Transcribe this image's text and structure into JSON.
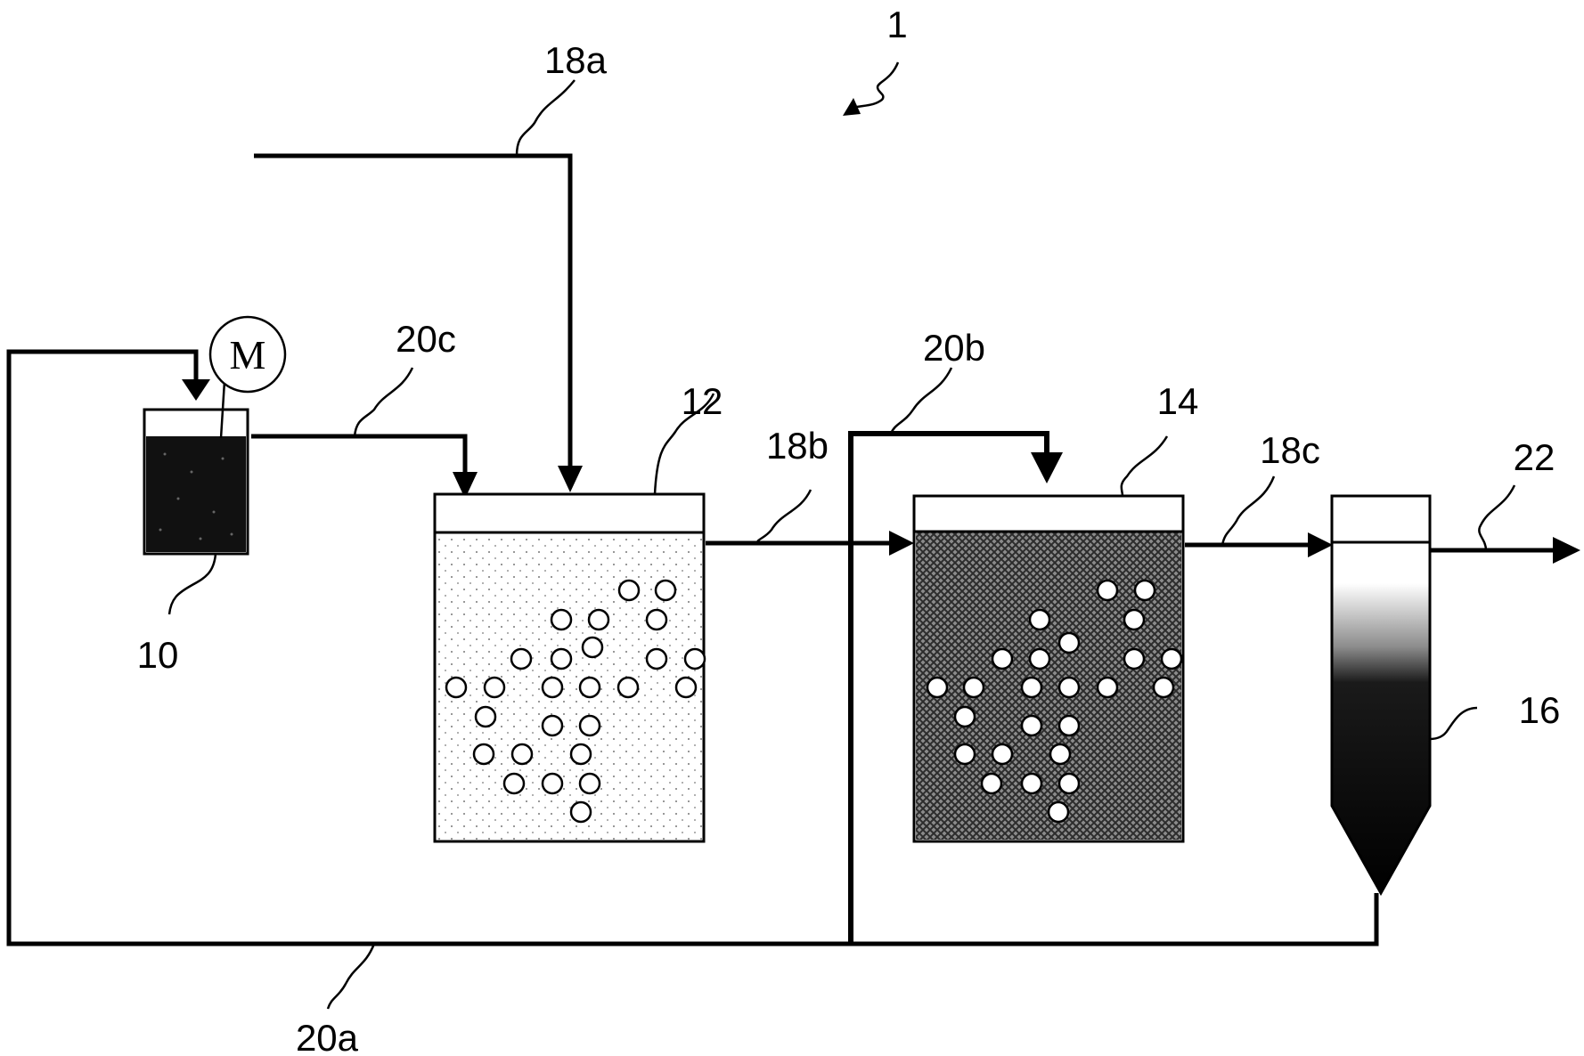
{
  "labels": {
    "system": "1",
    "mixer_tank": "10",
    "motor": "M",
    "tank_a": "12",
    "tank_b": "14",
    "settler": "16",
    "line_18a": "18a",
    "line_18b": "18b",
    "line_18c": "18c",
    "line_20a": "20a",
    "line_20b": "20b",
    "line_20c": "20c",
    "outlet": "22"
  }
}
